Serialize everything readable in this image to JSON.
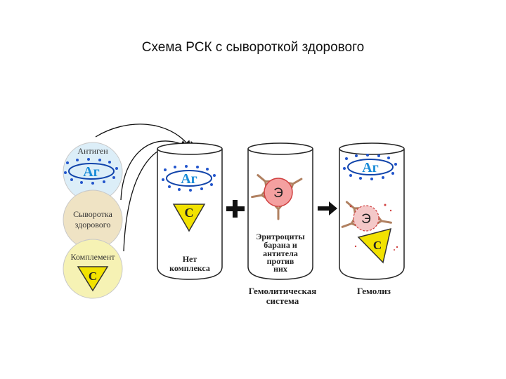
{
  "title": "Схема РСК с сывороткой здорового",
  "left_circles": {
    "antigen_label": "Антиген",
    "antigen_symbol": "Аг",
    "serum_label_line1": "Сыворотка",
    "serum_label_line2": "здорового",
    "complement_label": "Комплемент",
    "complement_symbol": "С"
  },
  "tube1": {
    "antigen_symbol": "Аг",
    "complement_symbol": "С",
    "caption_line1": "Нет",
    "caption_line2": "комплекса"
  },
  "tube2": {
    "erythrocyte_symbol": "Э",
    "caption_line1": "Эритроциты",
    "caption_line2": "барана и",
    "caption_line3": "антитела",
    "caption_line4": "против",
    "caption_line5": "них",
    "bottom_label_line1": "Гемолитическая",
    "bottom_label_line2": "система"
  },
  "tube3": {
    "antigen_symbol": "Аг",
    "erythrocyte_symbol": "Э",
    "complement_symbol": "С",
    "bottom_label": "Гемолиз"
  },
  "colors": {
    "antigen_fill": "#1a8cd8",
    "antigen_outline": "#1144aa",
    "antigen_dots": "#2255cc",
    "circle_top": "#dceef8",
    "circle_mid": "#efe3c4",
    "circle_bottom": "#f6f2b4",
    "complement_triangle": "#f2e200",
    "erythrocyte_fill": "#f4a0a0",
    "erythrocyte_outline": "#d04040",
    "antibody": "#b08060"
  }
}
